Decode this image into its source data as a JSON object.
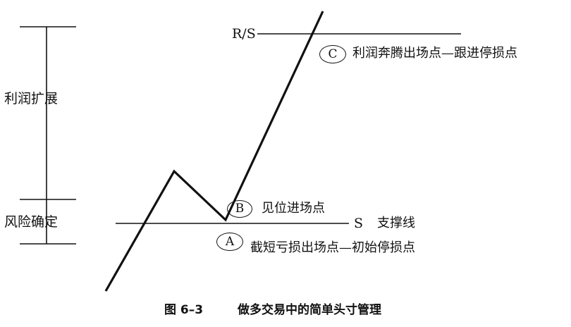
{
  "scale_labels": {
    "profit_expansion": "利润扩展",
    "risk_fixed": "风险确定"
  },
  "levels": {
    "resistance": "R/S",
    "support": "S",
    "support_name": "支撑线"
  },
  "markers": {
    "A": {
      "letter": "A",
      "text": "截短亏损出场点—初始停损点"
    },
    "B": {
      "letter": "B",
      "text": "见位进场点"
    },
    "C": {
      "letter": "C",
      "text": "利润奔腾出场点—跟进停损点"
    }
  },
  "caption": {
    "figure": "图 6–3",
    "title": "做多交易中的简单头寸管理"
  }
}
